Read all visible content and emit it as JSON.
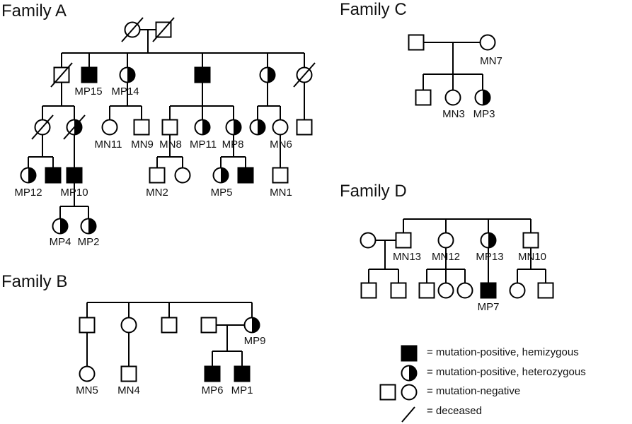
{
  "families": {
    "a": "Family A",
    "b": "Family B",
    "c": "Family C",
    "d": "Family D"
  },
  "labels": {
    "MP15": "MP15",
    "MP14": "MP14",
    "MN11": "MN11",
    "MN9": "MN9",
    "MN8": "MN8",
    "MP11": "MP11",
    "MP8": "MP8",
    "MN6": "MN6",
    "MP12": "MP12",
    "MP10": "MP10",
    "MN2": "MN2",
    "MP5": "MP5",
    "MN1": "MN1",
    "MP4": "MP4",
    "MP2": "MP2",
    "MP9": "MP9",
    "MN5": "MN5",
    "MN4": "MN4",
    "MP6": "MP6",
    "MP1": "MP1",
    "MN7": "MN7",
    "MN3": "MN3",
    "MP3": "MP3",
    "MN13": "MN13",
    "MN12": "MN12",
    "MP13": "MP13",
    "MN10": "MN10",
    "MP7": "MP7"
  },
  "legend": {
    "hemizygous": "= mutation-positive, hemizygous",
    "heterozygous": "= mutation-positive, heterozygous",
    "negative": "= mutation-negative",
    "deceased": "= deceased"
  }
}
